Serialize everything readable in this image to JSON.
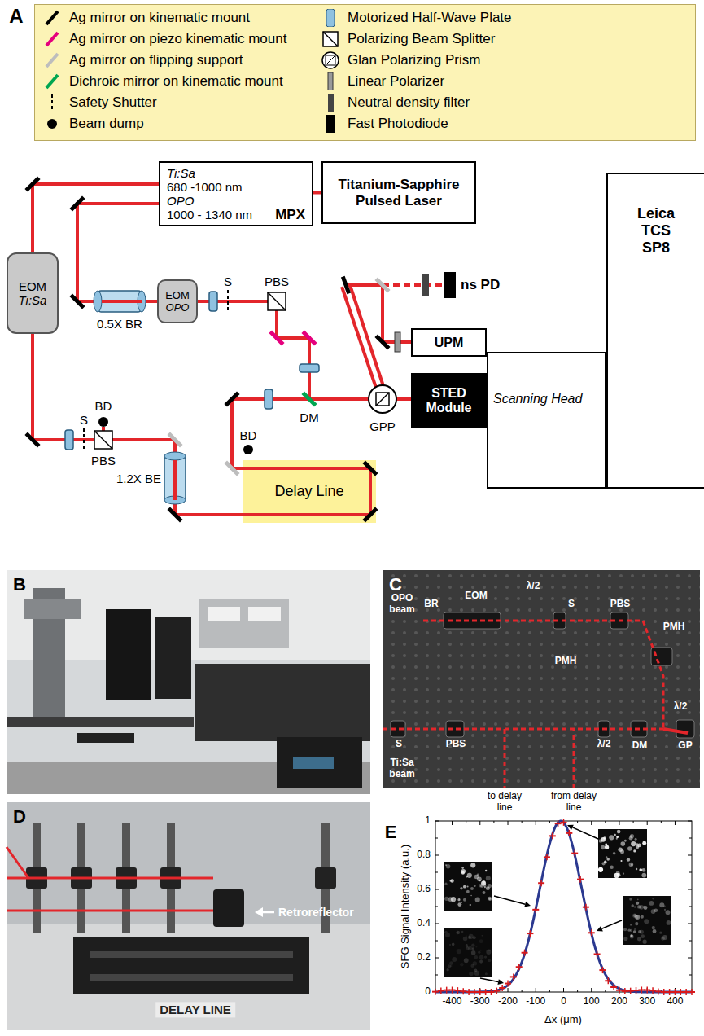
{
  "diagram": {
    "nodes": [
      {
        "text": [
          "Ti:Sa",
          "680 -1000 nm",
          "OPO",
          "1000 - 1340 nm",
          "MPX"
        ]
      },
      {
        "text": [
          "Titanium-Sapphire Pulsed Laser"
        ]
      },
      {
        "text": [
          "EOM",
          "Ti:Sa"
        ]
      },
      {
        "text": [
          "EOM",
          "OPO"
        ]
      },
      {
        "text": [
          "Delay Line"
        ]
      },
      {
        "text": [
          "STED Module"
        ]
      },
      {
        "text": [
          "Scanning Head"
        ]
      },
      {
        "text": [
          "Leica TCS SP8"
        ]
      },
      {
        "text": [
          "UPM"
        ]
      }
    ],
    "edges": [
      {
        "from": 1,
        "to": 0,
        "arrow": "none"
      },
      {
        "from": 0,
        "to": 2,
        "arrow": "none"
      },
      {
        "from": 0,
        "to": 3,
        "arrow": "none"
      }
    ],
    "labels": [
      "A",
      "0.5X BR",
      "S",
      "PBS",
      "ns PD",
      "S",
      "BD",
      "PBS",
      "BD",
      "DM",
      "GPP",
      "1.2X BE",
      "B",
      "C",
      "OPO beam",
      "BR",
      "EOM",
      "λ/2",
      "S",
      "PBS",
      "PMH",
      "PMH",
      "λ/2",
      "λ/2",
      "DM",
      "GP",
      "S",
      "PBS",
      "Ti:Sa beam",
      "to delay line",
      "from delay line",
      "D",
      "Retroreflector",
      "DELAY LINE",
      "E",
      "SFG Signal Intensity (a.u.)",
      "0",
      "0.2",
      "0.4",
      "0.6",
      "0.8",
      "1",
      "-400",
      "-300",
      "-200",
      "-100",
      "0",
      "100",
      "200",
      "300",
      "400",
      "Δx (μm)"
    ],
    "legend": [
      {
        "text": "Ag mirror on kinematic mount",
        "color": "#000000"
      },
      {
        "text": "Ag mirror on piezo kinematic mount",
        "color": "#e5007d"
      },
      {
        "text": "Ag mirror on flipping support",
        "color": "#bdbdbd"
      },
      {
        "text": "Dichroic mirror on kinematic mount",
        "color": "#00a651"
      },
      {
        "text": "Safety Shutter"
      },
      {
        "text": "Beam dump"
      },
      {
        "text": "Motorized Half-Wave Plate"
      },
      {
        "text": "Polarizing Beam Splitter"
      },
      {
        "text": "Glan Polarizing Prism"
      },
      {
        "text": "Linear Polarizer"
      },
      {
        "text": "Neutral density filter"
      },
      {
        "text": "Fast Photodiode"
      }
    ]
  }
}
